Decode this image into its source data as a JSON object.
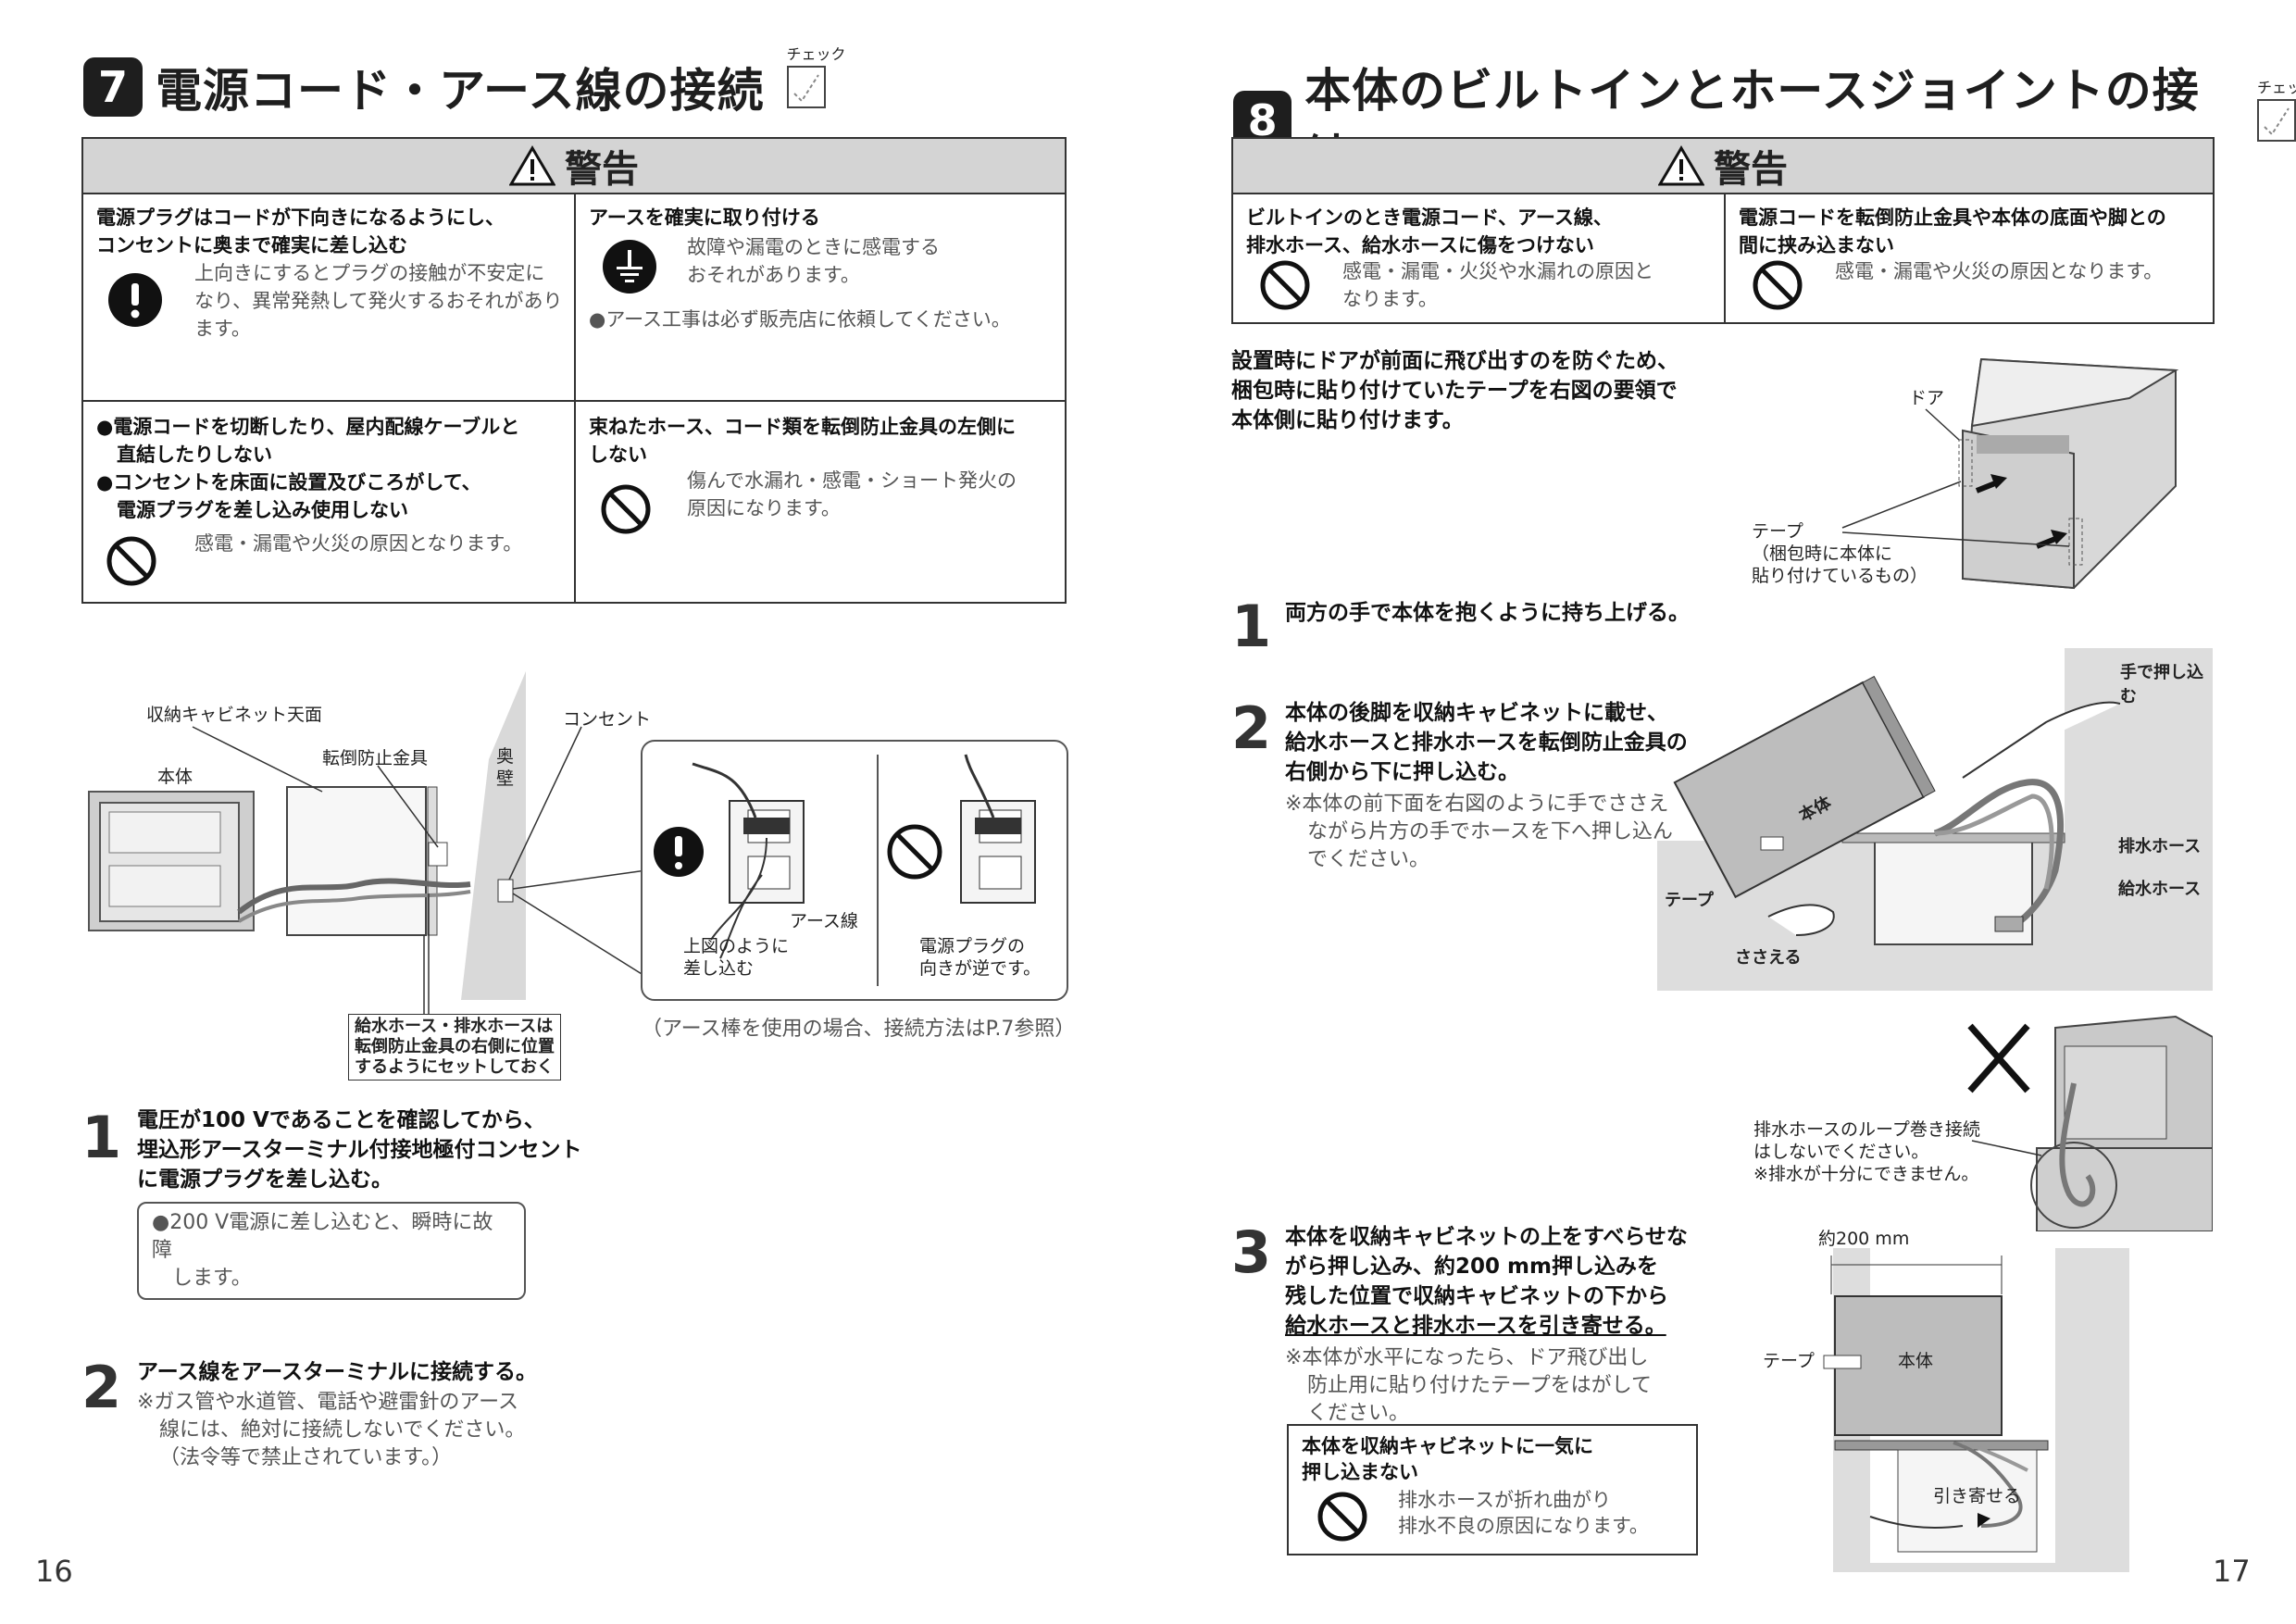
{
  "left": {
    "section_num": "7",
    "title": "電源コード・アース線の接続",
    "check_label": "チェック",
    "warning_head": "警告",
    "w1": {
      "heading_1": "電源プラグはコードが下向きになるようにし、",
      "heading_2": "コンセントに奥まで確実に差し込む",
      "body_1": "上向きにするとプラグの接触が不安定に",
      "body_2": "なり、異常発熱して発火するおそれがあり",
      "body_3": "ます。"
    },
    "w2": {
      "heading": "アースを確実に取り付ける",
      "body_1": "故障や漏電のときに感電する",
      "body_2": "おそれがあります。",
      "note": "●アース工事は必ず販売店に依頼してください。"
    },
    "w3": {
      "line_1": "●電源コードを切断したり、屋内配線ケーブルと",
      "line_2": "直結したりしない",
      "line_3": "●コンセントを床面に設置及びころがして、",
      "line_4": "電源プラグを差し込み使用しない",
      "body": "感電・漏電や火災の原因となります。"
    },
    "w4": {
      "heading_1": "束ねたホース、コード類を転倒防止金具の左側に",
      "heading_2": "しない",
      "body_1": "傷んで水漏れ・感電・ショート発火の",
      "body_2": "原因になります。"
    },
    "figure": {
      "cabinet_top": "収納キャビネット天面",
      "hontai": "本体",
      "tentou": "転倒防止金具",
      "okukabe": "奥壁",
      "concent": "コンセント",
      "earth_wire": "アース線",
      "ok_caption_1": "上図のように",
      "ok_caption_2": "差し込む",
      "ng_caption_1": "電源プラグの",
      "ng_caption_2": "向きが逆です。",
      "hose_note_1": "給水ホース・排水ホースは",
      "hose_note_2": "転倒防止金具の右側に位置",
      "hose_note_3": "するようにセットしておく",
      "earth_rod_note": "（アース棒を使用の場合、接続方法はP.7参照）"
    },
    "step1": {
      "num": "1",
      "line_1": "電圧が100 Vであることを確認してから、",
      "line_2": "埋込形アースターミナル付接地極付コンセント",
      "line_3": "に電源プラグを差し込む。",
      "box_1": "●200 V電源に差し込むと、瞬時に故障",
      "box_2": "します。"
    },
    "step2": {
      "num": "2",
      "line_1": "アース線をアースターミナルに接続する。",
      "note_1": "※ガス管や水道管、電話や避雷針のアース",
      "note_2": "線には、絶対に接続しないでください。",
      "note_3": "（法令等で禁止されています。）"
    },
    "page": "16"
  },
  "right": {
    "section_num": "8",
    "title": "本体のビルトインとホースジョイントの接続",
    "check_label": "チェック",
    "warning_head": "警告",
    "w1": {
      "heading_1": "ビルトインのとき電源コード、アース線、",
      "heading_2": "排水ホース、給水ホースに傷をつけない",
      "body_1": "感電・漏電・火災や水漏れの原因と",
      "body_2": "なります。"
    },
    "w2": {
      "heading_1": "電源コードを転倒防止金具や本体の底面や脚との",
      "heading_2": "間に挟み込まない",
      "body": "感電・漏電や火災の原因となります。"
    },
    "intro_1": "設置時にドアが前面に飛び出すのを防ぐため、",
    "intro_2": "梱包時に貼り付けていたテープを右図の要領で",
    "intro_3": "本体側に貼り付けます。",
    "fig_door": "ドア",
    "fig_tape": "テープ",
    "fig_tape_sub_1": "（梱包時に本体に",
    "fig_tape_sub_2": "貼り付けているもの）",
    "step1": {
      "num": "1",
      "line_1": "両方の手で本体を抱くように持ち上げる。"
    },
    "step2": {
      "num": "2",
      "line_1": "本体の後脚を収納キャビネットに載せ、",
      "line_2": "給水ホースと排水ホースを転倒防止金具の",
      "line_3": "右側から下に押し込む。",
      "note_1": "※本体の前下面を右図のように手でささえ",
      "note_2": "ながら片方の手でホースを下へ押し込ん",
      "note_3": "でください。"
    },
    "fig2": {
      "push": "手で押し込む",
      "hontai": "本体",
      "drain": "排水ホース",
      "supply": "給水ホース",
      "tape": "テープ",
      "support": "ささえる"
    },
    "fig3": {
      "note_1": "排水ホースのループ巻き接続",
      "note_2": "はしないでください。",
      "note_3": "※排水が十分にできません。"
    },
    "step3": {
      "num": "3",
      "line_1": "本体を収納キャビネットの上をすべらせな",
      "line_2": "がら押し込み、約200 mm押し込みを",
      "line_3": "残した位置で収納キャビネットの下から",
      "line_4": "給水ホースと排水ホースを引き寄せる。",
      "note_1": "※本体が水平になったら、ドア飛び出し",
      "note_2": "防止用に貼り付けたテープをはがして",
      "note_3": "ください。",
      "box_heading_1": "本体を収納キャビネットに一気に",
      "box_heading_2": "押し込まない",
      "box_body_1": "排水ホースが折れ曲がり",
      "box_body_2": "排水不良の原因になります。"
    },
    "fig4": {
      "mm": "約200 mm",
      "tape": "テープ",
      "hontai": "本体",
      "pull": "引き寄せる"
    },
    "page": "17"
  }
}
